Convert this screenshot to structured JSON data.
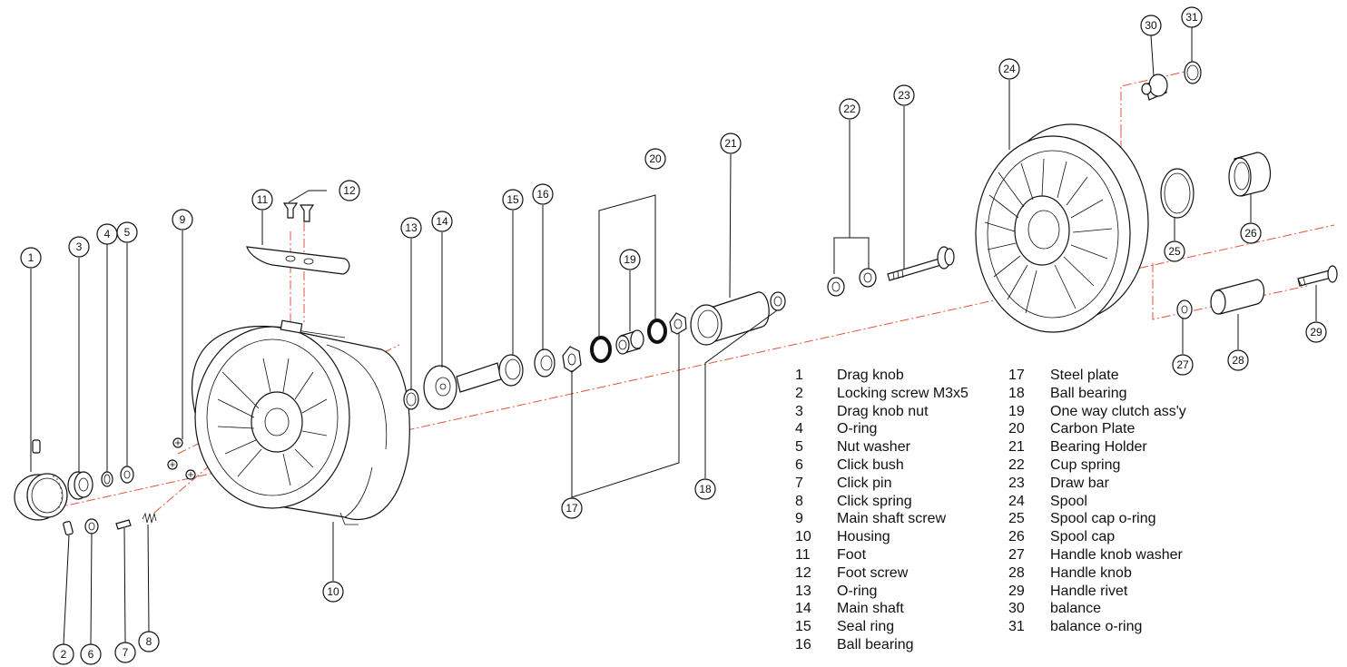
{
  "parts": [
    {
      "num": "1",
      "name": "Drag knob"
    },
    {
      "num": "2",
      "name": "Locking screw M3x5"
    },
    {
      "num": "3",
      "name": "Drag knob nut"
    },
    {
      "num": "4",
      "name": "O-ring"
    },
    {
      "num": "5",
      "name": "Nut washer"
    },
    {
      "num": "6",
      "name": "Click bush"
    },
    {
      "num": "7",
      "name": "Click pin"
    },
    {
      "num": "8",
      "name": "Click spring"
    },
    {
      "num": "9",
      "name": "Main shaft screw"
    },
    {
      "num": "10",
      "name": "Housing"
    },
    {
      "num": "11",
      "name": "Foot"
    },
    {
      "num": "12",
      "name": "Foot screw"
    },
    {
      "num": "13",
      "name": "O-ring"
    },
    {
      "num": "14",
      "name": "Main shaft"
    },
    {
      "num": "15",
      "name": "Seal ring"
    },
    {
      "num": "16",
      "name": "Ball bearing"
    },
    {
      "num": "17",
      "name": "Steel plate"
    },
    {
      "num": "18",
      "name": "Ball bearing"
    },
    {
      "num": "19",
      "name": "One way clutch ass'y"
    },
    {
      "num": "20",
      "name": "Carbon Plate"
    },
    {
      "num": "21",
      "name": "Bearing Holder"
    },
    {
      "num": "22",
      "name": "Cup spring"
    },
    {
      "num": "23",
      "name": "Draw bar"
    },
    {
      "num": "24",
      "name": "Spool"
    },
    {
      "num": "25",
      "name": "Spool cap o-ring"
    },
    {
      "num": "26",
      "name": "Spool cap"
    },
    {
      "num": "27",
      "name": "Handle knob washer"
    },
    {
      "num": "28",
      "name": "Handle knob"
    },
    {
      "num": "29",
      "name": "Handle rivet"
    },
    {
      "num": "30",
      "name": "balance"
    },
    {
      "num": "31",
      "name": "balance o-ring"
    }
  ],
  "colors": {
    "line": "#111111",
    "axis": "#e0533a",
    "background": "#ffffff"
  }
}
